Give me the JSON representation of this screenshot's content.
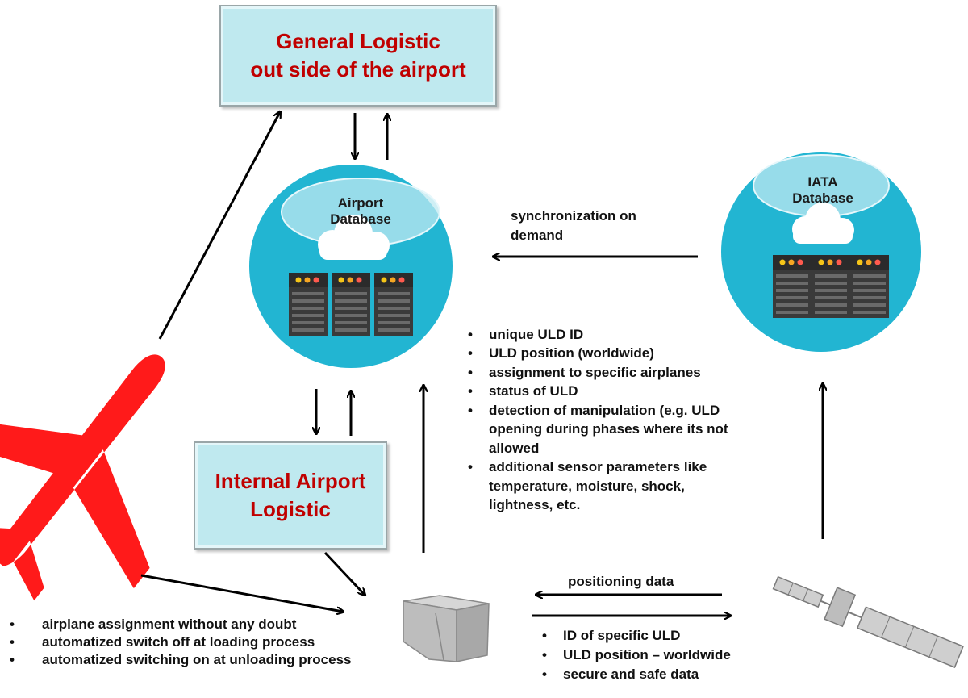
{
  "boxes": {
    "general_logistic": "General Logistic\nout side of the airport",
    "internal_logistic": "Internal Airport\nLogistic"
  },
  "databases": {
    "airport": "Airport\nDatabase",
    "iata": "IATA\nDatabase"
  },
  "labels": {
    "sync": "synchronization on\ndemand",
    "positioning": "positioning data"
  },
  "uld_features": [
    "unique ULD ID",
    "ULD position (worldwide)",
    "assignment to specific airplanes",
    "status of ULD",
    "detection of manipulation (e.g. ULD opening during phases where its not allowed",
    "additional sensor parameters like temperature, moisture, shock, lightness, etc."
  ],
  "airplane_features": [
    "airplane assignment without any doubt",
    "automatized switch off at loading process",
    "automatized switching on at unloading process"
  ],
  "satellite_features": [
    "ID of  specific ULD",
    "ULD position – worldwide",
    "secure and safe data"
  ],
  "colors": {
    "box_fill": "#bfe9ef",
    "title_red": "#c00000",
    "db_circle": "#22b5d2",
    "airplane": "#ff1a1a"
  }
}
